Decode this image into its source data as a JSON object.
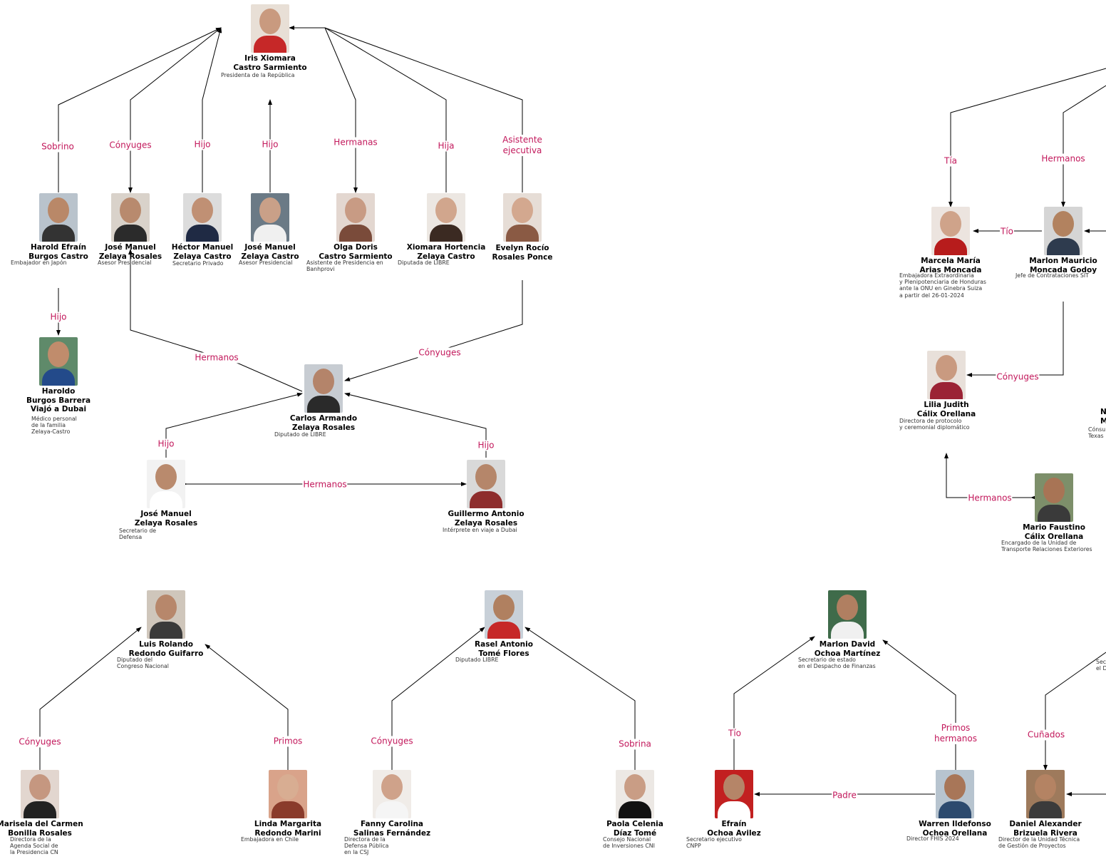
{
  "persons": {
    "iris": {
      "name": "Iris Xiomara\nCastro Sarmiento",
      "role": "Presidenta de la República"
    },
    "harold": {
      "name": "Harold Efraín\nBurgos Castro",
      "role": "Embajador en Japón"
    },
    "jmz_asesor": {
      "name": "José Manuel\nZelaya Rosales",
      "role": "Asesor Presidencial"
    },
    "hector": {
      "name": "Héctor Manuel\nZelaya Castro",
      "role": "Secretario Privado"
    },
    "jmz_castro": {
      "name": "José Manuel\nZelaya Castro",
      "role": "Asesor Presidencial"
    },
    "olga": {
      "name": "Olga Doris\nCastro Sarmiento",
      "role": "Asistente de Presidencia en\nBanhprovi"
    },
    "xiomara_h": {
      "name": "Xiomara Hortencia\nZelaya Castro",
      "role": "Diputada de LIBRE"
    },
    "evelyn": {
      "name": "Evelyn Rocío\nRosales Ponce",
      "role": ""
    },
    "haroldo": {
      "name": "Haroldo\nBurgos Barrera\nViajó a Dubai",
      "role": "Médico personal\nde la familia\nZelaya-Castro"
    },
    "carlos": {
      "name": "Carlos Armando\nZelaya Rosales",
      "role": "Diputado de LIBRE"
    },
    "jmz_defensa": {
      "name": "José Manuel\nZelaya Rosales",
      "role": "Secretario de\nDefensa"
    },
    "guillermo": {
      "name": "Guillermo Antonio\nZelaya Rosales",
      "role": "Intérprete en viaje a Dubai"
    },
    "marcela": {
      "name": "Marcela María\nArias Moncada",
      "role": "Embajadora Extraordinaria\ny Plenipotenciaria de Honduras\nante la ONU en Ginebra Suiza\na partir del 26-01-2024"
    },
    "marlon_m": {
      "name": "Marlon Mauricio\nMoncada Godoy",
      "role": "Jefe de Contrataciones SIT"
    },
    "lilia": {
      "name": "Lilia Judith\nCálix Orellana",
      "role": "Directora de protocolo\ny ceremonial diplomático"
    },
    "partial_n": {
      "name": "N\nM",
      "role": "Cónsu\nTexas"
    },
    "mario": {
      "name": "Mario Faustino\nCálix Orellana",
      "role": "Encargado de la Unidad de\nTransporte Relaciones Exteriores"
    },
    "luis": {
      "name": "Luis Rolando\nRedondo Guifarro",
      "role": "Diputado del\nCongreso Nacional"
    },
    "marisela": {
      "name": "Marisela del Carmen\nBonilla Rosales",
      "role": "Directora de la\nAgenda Social de\nla Presidencia CN"
    },
    "linda": {
      "name": "Linda Margarita\nRedondo Marini",
      "role": "Embajadora en Chile"
    },
    "rasel": {
      "name": "Rasel Antonio\nTomé Flores",
      "role": "Diputado LIBRE"
    },
    "fanny": {
      "name": "Fanny Carolina\nSalinas Fernández",
      "role": "Directora de la\nDefensa Pública\nen la CSJ"
    },
    "paola": {
      "name": "Paola Celenia\nDíaz Tomé",
      "role": "Consejo Nacional\nde Inversiones CNI"
    },
    "marlon_d": {
      "name": "Marlon David\nOchoa Martínez",
      "role": "Secretario de estado\nen el Despacho de Finanzas"
    },
    "efrain": {
      "name": "Efraín\nOchoa Avilez",
      "role": "Secretario ejecutivo\nCNPP"
    },
    "warren": {
      "name": "Warren Ildefonso\nOchoa Orellana",
      "role": "Director FHIS 2024"
    },
    "daniel": {
      "name": "Daniel Alexander\nBrizuela Rivera",
      "role": "Director de la Unidad Técnica\nde Gestión de Proyectos"
    },
    "partial_sec": {
      "name": "",
      "role": "Sec\nel D"
    }
  },
  "relations": {
    "sobrino": "Sobrino",
    "conyuges_1": "Cónyuges",
    "hijo_1": "Hijo",
    "hijo_2": "Hijo",
    "hermanas": "Hermanas",
    "hija": "Hija",
    "asistente": "Asistente\nejecutiva",
    "hijo_3": "Hijo",
    "hermanos_1": "Hermanos",
    "conyuges_2": "Cónyuges",
    "hijo_4": "Hijo",
    "hijo_5": "Hijo",
    "hermanos_2": "Hermanos",
    "tia": "Tía",
    "hermanos_3": "Hermanos",
    "tio_1": "Tío",
    "conyuges_3": "Cónyuges",
    "hermanos_4": "Hermanos",
    "conyuges_4": "Cónyuges",
    "primos": "Primos",
    "conyuges_5": "Cónyuges",
    "sobrina": "Sobrina",
    "tio_2": "Tío",
    "primos_hermanos": "Primos\nhermanos",
    "padre": "Padre",
    "cunados": "Cuñados"
  },
  "colors": {
    "relation_label": "#c2185b",
    "edge": "#000000"
  }
}
